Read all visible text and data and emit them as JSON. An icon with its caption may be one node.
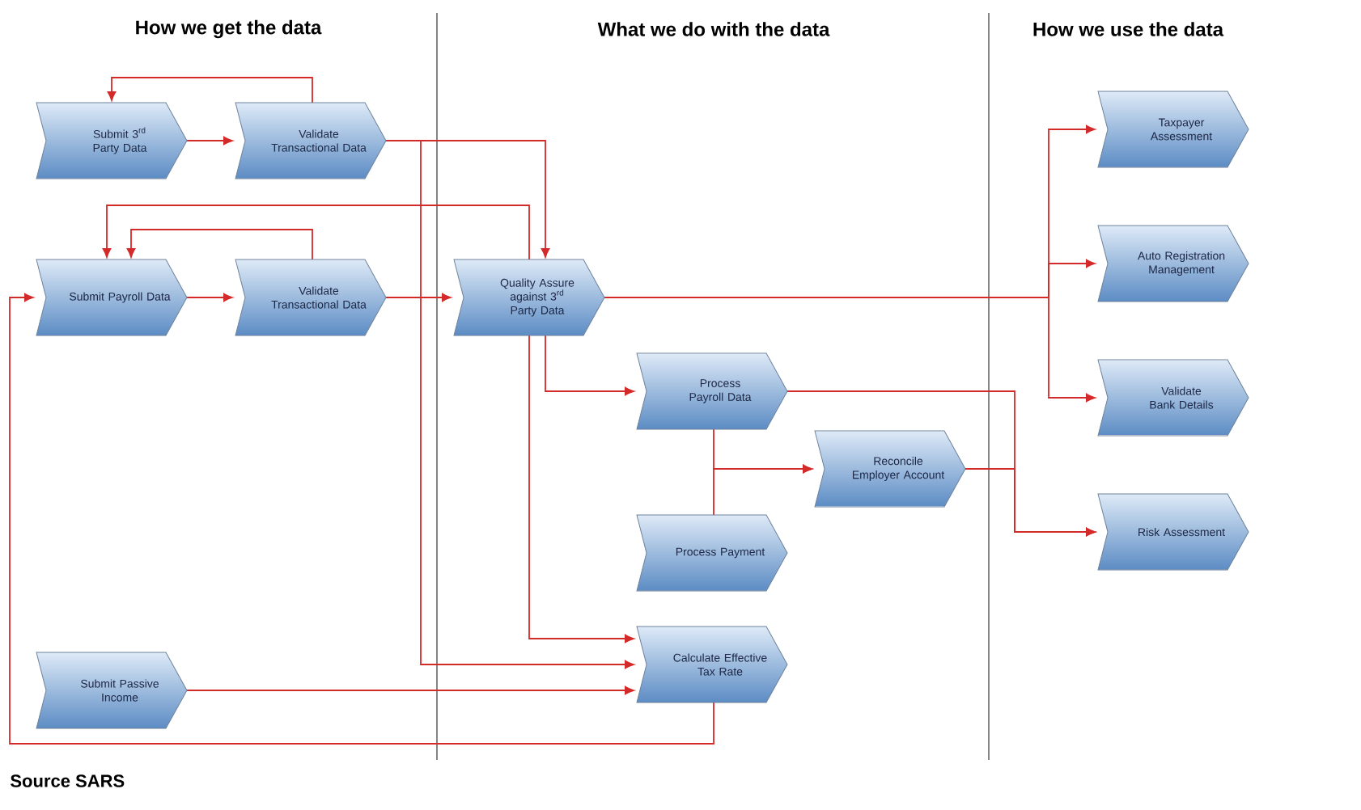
{
  "diagram": {
    "nodes": [
      {
        "text": [
          "Submit 3$^{rd}$ Party Data"
        ]
      },
      {
        "text": [
          "Validate Transactional Data"
        ]
      },
      {
        "text": [
          "Submit Payroll Data"
        ]
      },
      {
        "text": [
          "Validate Transactional Data"
        ]
      },
      {
        "text": [
          "Quality Assure against 3$^{rd}$ Party Data"
        ]
      },
      {
        "text": [
          "Process Payroll Data"
        ]
      },
      {
        "text": [
          "Reconcile Employer Account"
        ]
      },
      {
        "text": [
          "Process Payment"
        ]
      },
      {
        "text": [
          "Submit Passive Income"
        ]
      },
      {
        "text": [
          "Calculate Effective Tax Rate"
        ]
      },
      {
        "text": [
          "Taxpayer Assessment"
        ]
      },
      {
        "text": [
          "Auto Registration Management"
        ]
      },
      {
        "text": [
          "Validate Bank Details"
        ]
      },
      {
        "text": [
          "Risk Assessment"
        ]
      }
    ],
    "edges": [
      {
        "from": 0,
        "to": 1,
        "arrow": "to"
      },
      {
        "from": 1,
        "to": 0,
        "arrow": "to"
      },
      {
        "from": 1,
        "to": 4,
        "arrow": "to"
      },
      {
        "from": 1,
        "to": 9,
        "arrow": "to"
      },
      {
        "from": 2,
        "to": 3,
        "arrow": "to"
      },
      {
        "from": 3,
        "to": 2,
        "arrow": "to"
      },
      {
        "from": 3,
        "to": 4,
        "arrow": "to"
      },
      {
        "from": 4,
        "to": 2,
        "arrow": "to"
      },
      {
        "from": 4,
        "to": 10,
        "arrow": "to"
      },
      {
        "from": 4,
        "to": 11,
        "arrow": "to"
      },
      {
        "from": 4,
        "to": 12,
        "arrow": "to"
      },
      {
        "from": 4,
        "to": 5,
        "arrow": "to"
      },
      {
        "from": 4,
        "to": 9,
        "arrow": "to"
      },
      {
        "from": 5,
        "to": 6,
        "arrow": "to"
      },
      {
        "from": 7,
        "to": 6,
        "arrow": "to"
      },
      {
        "from": 5,
        "to": 13,
        "arrow": "to"
      },
      {
        "from": 6,
        "to": 13,
        "arrow": "to"
      },
      {
        "from": 8,
        "to": 9,
        "arrow": "to"
      },
      {
        "from": 9,
        "to": 2,
        "arrow": "to"
      }
    ],
    "labels": [
      "How we get the data",
      "What we do with the data",
      "How we use the data",
      "Source SARS"
    ]
  }
}
